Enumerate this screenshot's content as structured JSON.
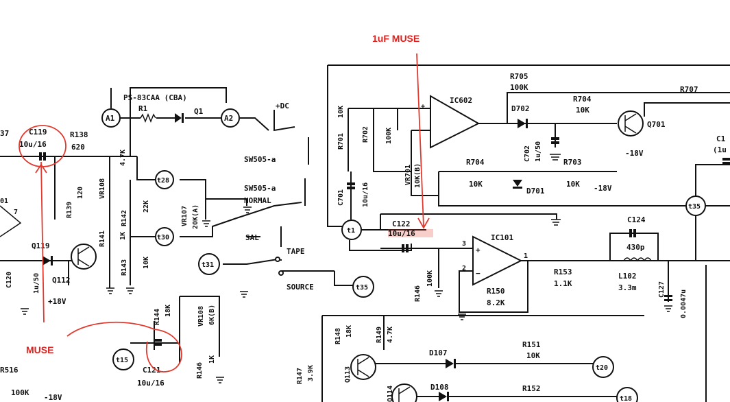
{
  "annotations": {
    "top_note": "1uF MUSE",
    "left_note": "MUSE"
  },
  "colors": {
    "annotation": "#e0201c",
    "ink": "#111111",
    "paper": "#ffffff"
  },
  "labels": {
    "c119": "C119",
    "c119_val": "10u/16",
    "r138": "R138",
    "r138_val": "620",
    "r37": "37",
    "a1": "A1",
    "a2": "A2",
    "r1": "R1",
    "q1": "Q1",
    "ps": "PS-83CAA (CBA)",
    "vcc": "+DC",
    "sw_a": "SW505-a",
    "sw_b": "SW505-a",
    "normal": "NORMAL",
    "sal": "SAL",
    "tape": "TAPE",
    "source": "SOURCE",
    "r139": "R139",
    "r139_val": "120",
    "vr108": "VR108",
    "r142": "R142",
    "r142_val": "22K",
    "r4k7": "4.7K",
    "vr107": "VR107",
    "vr107_val": "20K(A)",
    "r141": "R141",
    "r143": "R143",
    "r143_val": "1K",
    "r10k": "10K",
    "t28": "t28",
    "t30": "t30",
    "t31": "t31",
    "d01": "01",
    "d7": "7",
    "q119": "Q119",
    "q112": "Q112",
    "c120": "C120",
    "c120_val": "1u/50",
    "plus18": "+18V",
    "muse_r": "R516",
    "r516_val": "100K",
    "m18v": "-18V",
    "r144": "R144",
    "r144_val": "18K",
    "vr108b": "VR108",
    "vr108b_val": "6K(B)",
    "r146": "R146",
    "r146_val": "1K",
    "c121": "C121",
    "c121_val": "10u/16",
    "t15": "t15",
    "r701": "R701",
    "r701_val": "10K",
    "r702": "R702",
    "r702_val": "100K",
    "c701": "C701",
    "c701_val": "10u/16",
    "ic602": "IC602",
    "vr701": "VR701",
    "vr701_val": "10K(B)",
    "r705": "R705",
    "r705_val": "100K",
    "d702": "D702",
    "c702": "C702",
    "c702_val": "1u/50",
    "r704a": "R704",
    "r704a_val": "10K",
    "q701": "Q701",
    "m18a": "-18V",
    "r707": "R707",
    "r704b": "R704",
    "r704b_val": "10K",
    "r703": "R703",
    "r703_val": "10K",
    "d701": "D701",
    "m18b": "-18V",
    "t1": "t1",
    "t35": "t35",
    "t35b": "t35",
    "c122": "C122",
    "c122_val": "10u/16",
    "ic101": "IC101",
    "r146b": "R146",
    "r146b_val": "100K",
    "r150": "R150",
    "r150_val": "8.2K",
    "r153": "R153",
    "r153_val": "1.1K",
    "c124": "C124",
    "c124_val": "430p",
    "l102": "L102",
    "l102_val": "3.3m",
    "c127": "C127",
    "c127_val": "0.0047u",
    "c_right": "C1",
    "c_right_val": "(1u",
    "pin3": "3",
    "pin2": "2",
    "pin1": "1",
    "r148": "R148",
    "r148_val": "18K",
    "r149": "R149",
    "r149_val": "4.7K",
    "r147": "R147",
    "r147_val": "3.9K",
    "q113": "Q113",
    "d107": "D107",
    "d108": "D108",
    "r151": "R151",
    "r151_val": "10K",
    "r152": "R152",
    "t20": "t20",
    "t18": "t18",
    "q114": "Q114"
  }
}
